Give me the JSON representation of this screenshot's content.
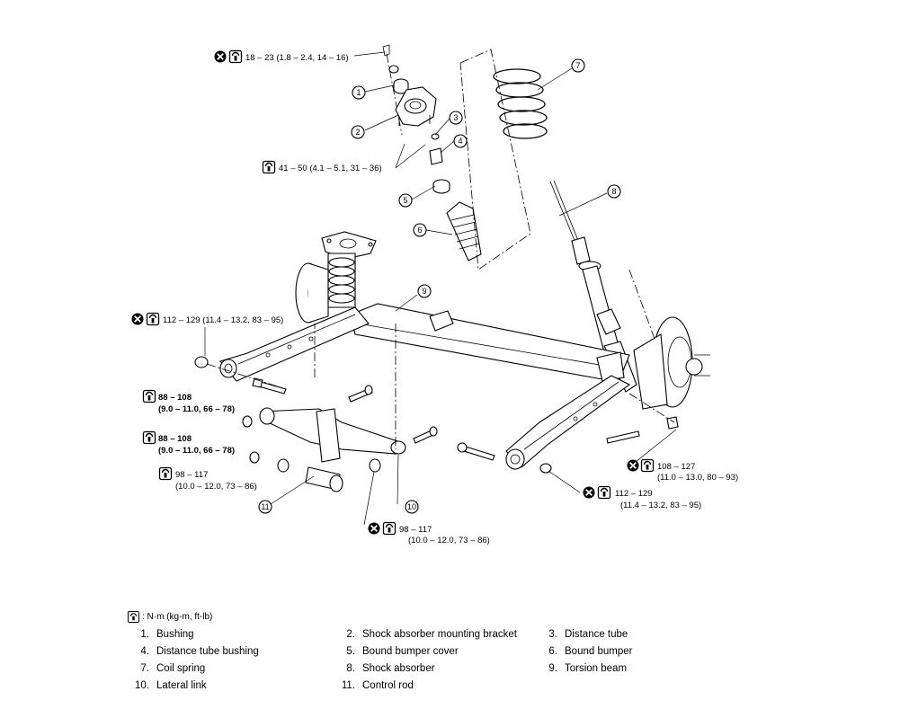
{
  "torques": [
    {
      "id": "t1",
      "line1": "18 – 23 (1.8 – 2.4, 14 – 16)",
      "line2": "",
      "bold": false,
      "replace": true
    },
    {
      "id": "t2",
      "line1": "41 – 50 (4.1 – 5.1, 31 – 36)",
      "line2": "",
      "bold": false,
      "replace": false
    },
    {
      "id": "t3",
      "line1": "112 – 129 (11.4 – 13.2, 83 – 95)",
      "line2": "",
      "bold": false,
      "replace": true
    },
    {
      "id": "t4",
      "line1": "88 – 108",
      "line2": "(9.0 – 11.0, 66 – 78)",
      "bold": true,
      "replace": false
    },
    {
      "id": "t5",
      "line1": "88 – 108",
      "line2": "(9.0 – 11.0, 66 – 78)",
      "bold": true,
      "replace": false
    },
    {
      "id": "t6",
      "line1": "98 – 117",
      "line2": "(10.0 – 12.0, 73 – 86)",
      "bold": false,
      "replace": false
    },
    {
      "id": "t7",
      "line1": "98 – 117",
      "line2": "(10.0 – 12.0, 73 – 86)",
      "bold": false,
      "replace": true
    },
    {
      "id": "t8",
      "line1": "108 – 127",
      "line2": "(11.0 – 13.0, 80 – 93)",
      "bold": false,
      "replace": true
    },
    {
      "id": "t9",
      "line1": "112 – 129",
      "line2": "(11.4 – 13.2, 83 – 95)",
      "bold": false,
      "replace": true
    }
  ],
  "callouts": [
    "1",
    "2",
    "3",
    "4",
    "5",
    "6",
    "7",
    "8",
    "9",
    "10",
    "11"
  ],
  "legend": {
    "unit": ": N·m (kg-m, ft-lb)",
    "parts": [
      {
        "num": "1.",
        "name": "Bushing"
      },
      {
        "num": "2.",
        "name": "Shock absorber mounting bracket"
      },
      {
        "num": "3.",
        "name": "Distance tube"
      },
      {
        "num": "4.",
        "name": "Distance tube bushing"
      },
      {
        "num": "5.",
        "name": "Bound bumper cover"
      },
      {
        "num": "6.",
        "name": "Bound bumper"
      },
      {
        "num": "7.",
        "name": "Coil spring"
      },
      {
        "num": "8.",
        "name": "Shock absorber"
      },
      {
        "num": "9.",
        "name": "Torsion beam"
      },
      {
        "num": "10.",
        "name": "Lateral link"
      },
      {
        "num": "11.",
        "name": "Control rod"
      }
    ]
  }
}
